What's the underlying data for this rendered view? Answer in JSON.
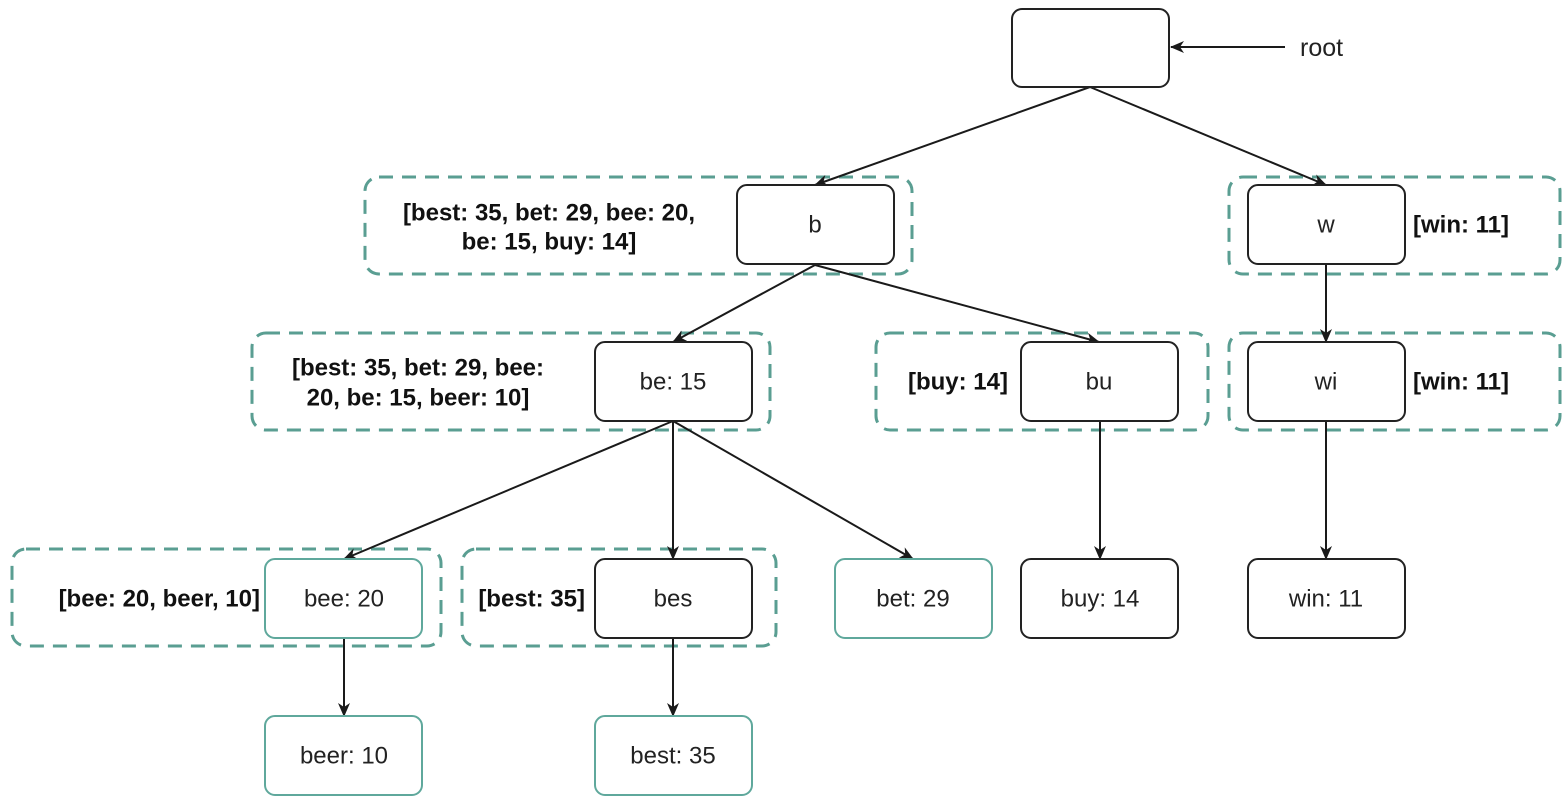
{
  "colors": {
    "internal_node_border": "#222222",
    "leaf_node_border": "#5fa89c",
    "cache_group_border": "#5a9e92",
    "edge": "#1a1a1a"
  },
  "root_label": "root",
  "nodes": {
    "root": "",
    "b": "b",
    "w": "w",
    "be": "be: 15",
    "bu": "bu",
    "wi": "wi",
    "bee": "bee: 20",
    "bes": "bes",
    "bet": "bet: 29",
    "buy": "buy: 14",
    "win": "win: 11",
    "beer": "beer: 10",
    "best": "best: 35"
  },
  "caches": {
    "b": [
      "[best: 35, bet: 29, bee: 20,",
      "be: 15, buy: 14]"
    ],
    "w": "[win: 11]",
    "be": [
      "[best: 35, bet: 29, bee:",
      "20, be: 15, beer: 10]"
    ],
    "bu": "[buy: 14]",
    "wi": "[win: 11]",
    "bee": "[bee: 20, beer, 10]",
    "bes": "[best: 35]"
  }
}
